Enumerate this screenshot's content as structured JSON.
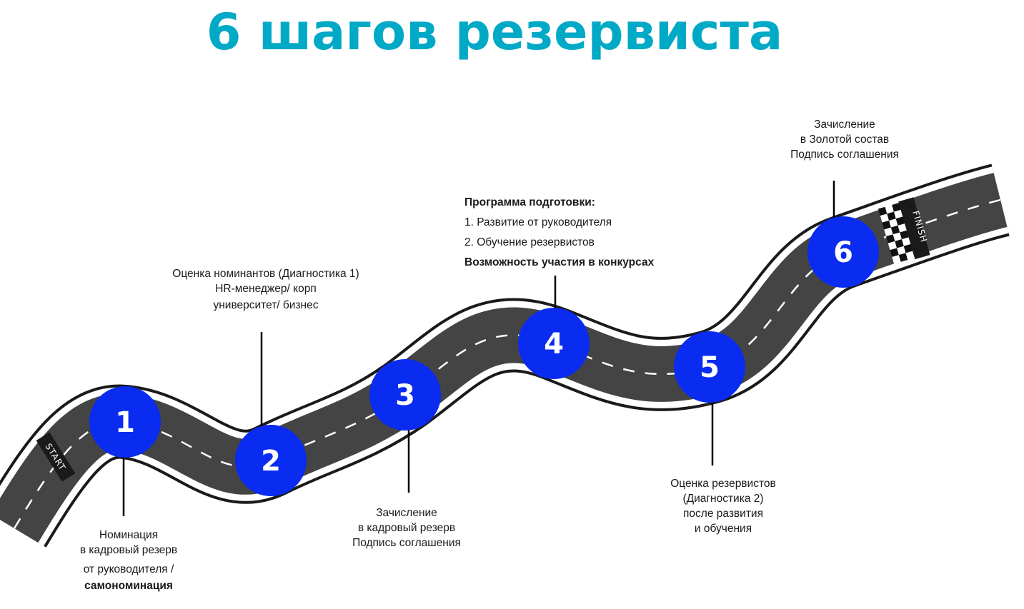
{
  "title": "6 шагов резервиста",
  "road": {
    "start": "START",
    "finish": "FINISH"
  },
  "colors": {
    "title": "#00a9c6",
    "road": "#444444",
    "marker": "#0a2bf0",
    "edge": "#1a1a1a"
  },
  "steps": [
    {
      "number": "1",
      "lines": [
        {
          "text": "Номинация",
          "bold": false
        },
        {
          "text": "в кадровый резерв",
          "bold": false
        },
        {
          "text": "от руководителя /",
          "bold": false
        },
        {
          "text": "самономинация",
          "bold": true
        }
      ]
    },
    {
      "number": "2",
      "lines": [
        {
          "text": "Оценка номинантов (Диагностика 1)",
          "bold": false
        },
        {
          "text": "HR-менеджер/  корп",
          "bold": false
        },
        {
          "text": "университет/ бизнес",
          "bold": false
        }
      ]
    },
    {
      "number": "3",
      "lines": [
        {
          "text": "Зачисление",
          "bold": false
        },
        {
          "text": "в кадровый резерв",
          "bold": false
        },
        {
          "text": "Подпись соглашения",
          "bold": false
        }
      ]
    },
    {
      "number": "4",
      "lines": [
        {
          "text": "Программа подготовки:",
          "bold": true
        },
        {
          "text": "1. Развитие от руководителя",
          "bold": false
        },
        {
          "text": "2. Обучение резервистов",
          "bold": false
        },
        {
          "text": "Возможность участия в конкурсах",
          "bold": true
        }
      ]
    },
    {
      "number": "5",
      "lines": [
        {
          "text": "Оценка резервистов",
          "bold": false
        },
        {
          "text": "(Диагностика 2)",
          "bold": false
        },
        {
          "text": "после развития",
          "bold": false
        },
        {
          "text": "и обучения",
          "bold": false
        }
      ]
    },
    {
      "number": "6",
      "lines": [
        {
          "text": "Зачисление",
          "bold": false
        },
        {
          "text": "в Золотой состав",
          "bold": false
        },
        {
          "text": "Подпись соглашения",
          "bold": false
        }
      ]
    }
  ]
}
